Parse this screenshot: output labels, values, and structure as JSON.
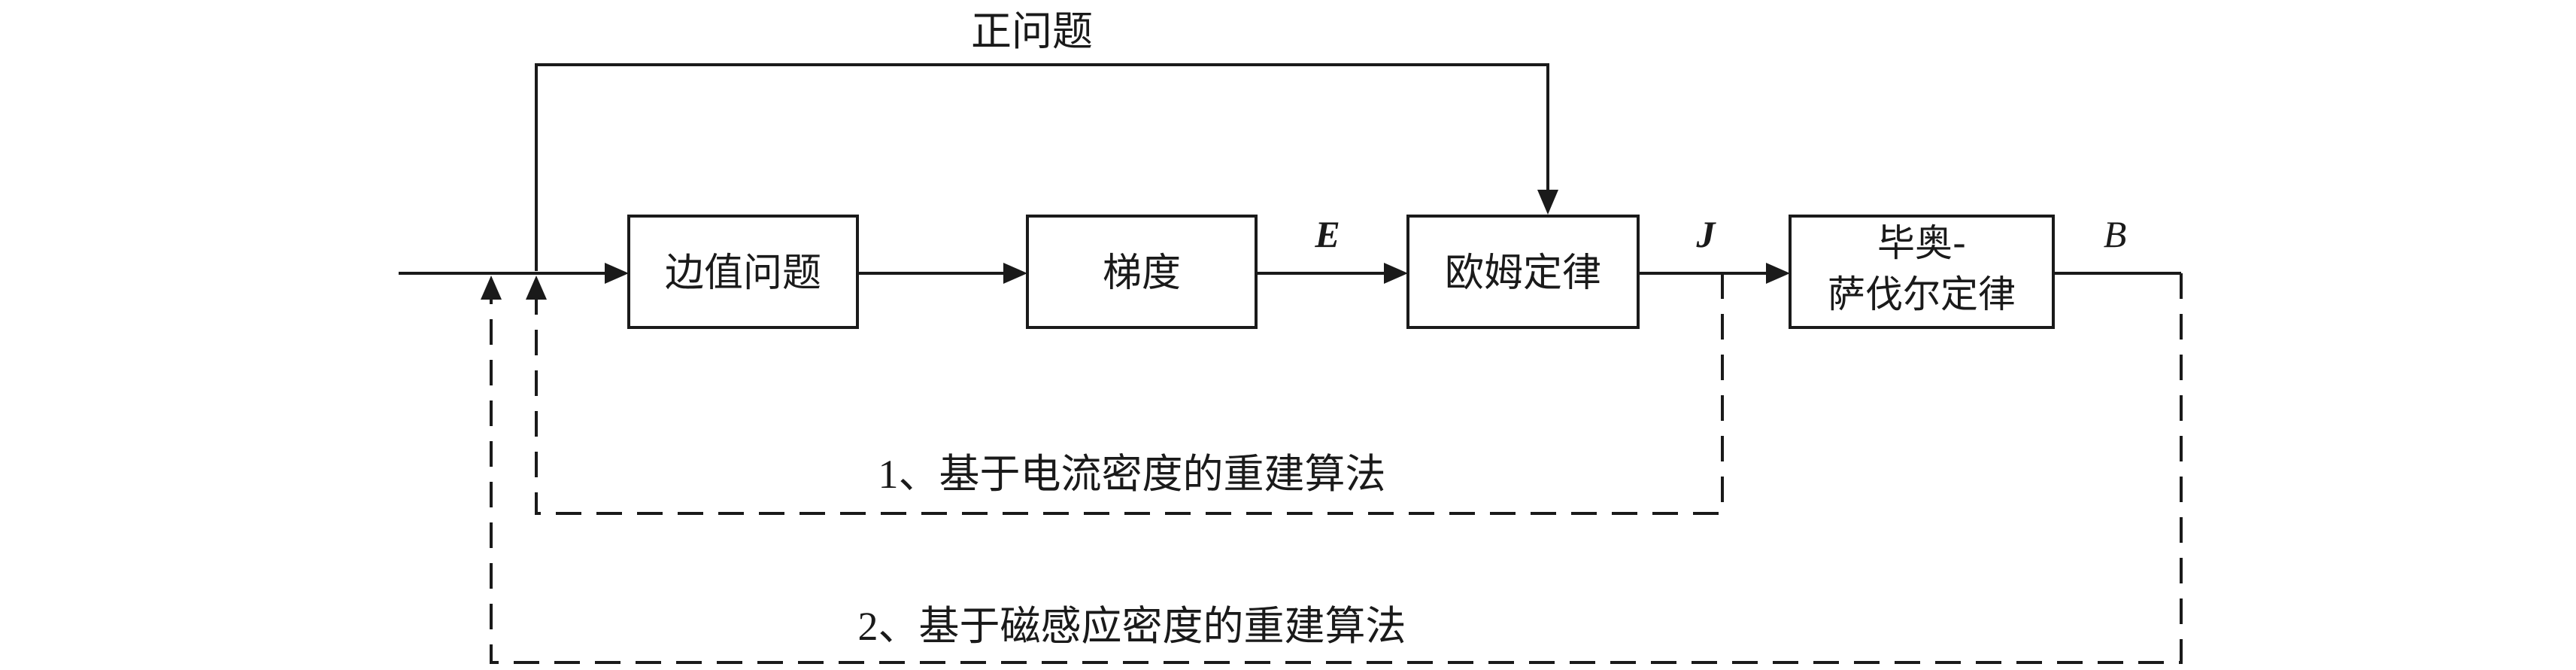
{
  "diagram": {
    "forward_label": "正问题",
    "blocks": {
      "boundary": "边值问题",
      "gradient": "梯度",
      "ohm": "欧姆定律",
      "biot_line1": "毕奥-",
      "biot_line2": "萨伐尔定律"
    },
    "signals": {
      "e": "E",
      "j": "J",
      "b": "B"
    },
    "feedback": {
      "path1": "1、基于电流密度的重建算法",
      "path2": "2、基于磁感应密度的重建算法"
    }
  }
}
